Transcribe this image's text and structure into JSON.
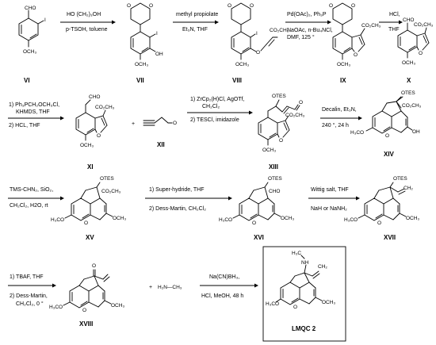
{
  "compounds": {
    "VI": "VI",
    "VII": "VII",
    "VIII": "VIII",
    "IX": "IX",
    "X": "X",
    "XI": "XI",
    "XII": "XII",
    "XIII": "XIII",
    "XIV": "XIV",
    "XV": "XV",
    "XVI": "XVI",
    "XVII": "XVII",
    "XVIII": "XVIII",
    "target": "LMQC 2"
  },
  "steps": {
    "s1": [
      "HO (CH₂)₃OH",
      "p-TSOH, toluene"
    ],
    "s2": [
      "methyl propiolate",
      "Et₃N, THF"
    ],
    "s3": [
      "Pd(OAc)₂, Ph₃P",
      "NaOAc, n-Bu₄NCl,",
      "DMF, 125 °"
    ],
    "s4": [
      "HCl,",
      "THF"
    ],
    "s5": [
      "1) Ph₃PCH₂OCH₃Cl,",
      "KHMDS, THF",
      "2) HCL, THF"
    ],
    "s6": [
      "1) ZrCp₂(H)Cl, AgOTf,",
      "CH₂Cl₂",
      "2) TESCl, imidazole"
    ],
    "s7": [
      "Decalin, Et₃N,",
      "240 °, 24 h"
    ],
    "s8": [
      "TMS-CHN₂, SiO₂,",
      "CH₂Cl₂, H2O, rt"
    ],
    "s9": [
      "1) Super-hydride, THF",
      "2) Dess-Martin, CH₂Cl₂"
    ],
    "s10": [
      "Wittig salt, THF",
      "NaH or NaNH₂"
    ],
    "s11": [
      "1) TBAF, THF",
      "2) Dess-Martin,",
      "CH₂Cl₂, 0 °"
    ],
    "s12": [
      "Na(CN)BH₃,",
      "HCl, MeOH, 48 h"
    ]
  },
  "labels": {
    "CHO": "CHO",
    "I": "I",
    "OCH3": "OCH₃",
    "OH": "OH",
    "CO2CH3": "CO₂CH₃",
    "O": "O",
    "OTES": "OTES",
    "H3CO": "H₃CO",
    "plus": "+",
    "H2NCH3": "H₂N—CH₃",
    "H3C": "H₃C",
    "NH": "NH",
    "CH2": "CH₂"
  }
}
